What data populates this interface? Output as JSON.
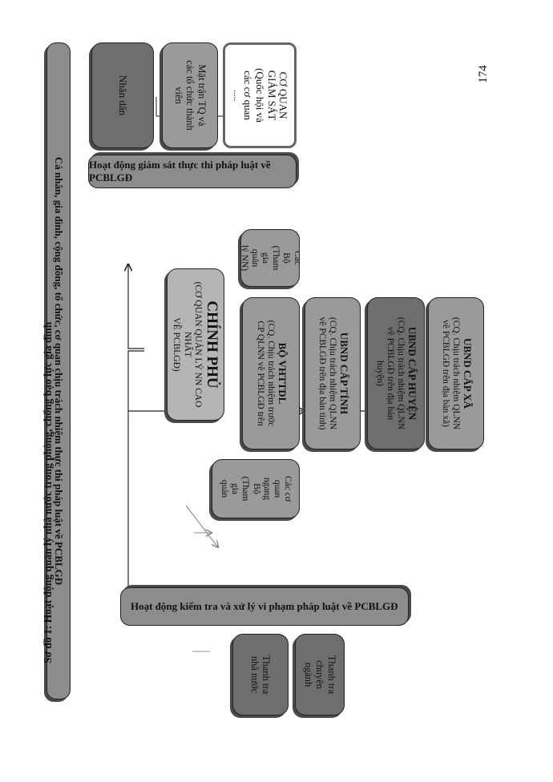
{
  "caption": "Sơ đồ 1: Hoạt động quản lý nhà nước trong phòng, chống bạo lực gia đình",
  "page_number": "174",
  "left": {
    "bar": "Hoạt động giám sát thực thi pháp luật về PCBLGĐ",
    "boxes": [
      {
        "line1": "CƠ QUAN",
        "line2": "GIÁM SÁT",
        "line3": "(Quốc hội và",
        "line4": "các cơ quan",
        "line5": "....."
      },
      {
        "line1": "Mặt trận TQ và",
        "line2": "các tổ chức thành",
        "line3": "viên"
      },
      {
        "line1": "Nhân dân"
      }
    ]
  },
  "center": {
    "gov": {
      "title": "CHÍNH PHỦ",
      "sub1": "(CƠ QUAN QUẢN LÝ NN CAO NHẤT",
      "sub2": "VỀ PCBLGĐ)"
    },
    "ministries": {
      "line1": "Các",
      "line2": "Bộ",
      "line3": "(Tham",
      "line4": "gia",
      "line5": "quản",
      "line6": "lý NN)"
    },
    "bvhttdl": {
      "line1": "BỘ VHTTDL",
      "line2": "(CQ. Chịu trách nhiệm trước",
      "line3": "CP QLNN về PCBLGĐ trên"
    },
    "agencies": {
      "line1": "Các cơ",
      "line2": "quan",
      "line3": "ngang",
      "line4": "Bộ",
      "line5": "(Tham",
      "line6": "gia",
      "line7": "quản"
    },
    "province": {
      "line1": "UBND CẤP TỈNH",
      "line2": "(CQ. Chịu trách nhiệm QLNN",
      "line3": "về PCBLGĐ trên địa bàn tỉnh)"
    },
    "district": {
      "line1": "UBND CẤP HUYỆN",
      "line2": "(CQ. Chịu trách nhiệm QLNN",
      "line3": "về PCBLGĐ trên địa bàn",
      "line4": "huyện)"
    },
    "commune": {
      "line1": "UBND CẤP XÃ",
      "line2": "(CQ. Chịu trách nhiệm QLNN",
      "line3": "về PCBLGĐ trên địa bàn xã)"
    }
  },
  "right": {
    "bar": "Hoạt động kiểm tra và xử lý vi phạm pháp luật về PCBLGĐ",
    "boxes": [
      {
        "line1": "Thanh tra",
        "line2": "chuyên",
        "line3": "ngành"
      },
      {
        "line1": "Thanh tra",
        "line2": "nhà nước"
      }
    ]
  },
  "bottom_bar": "Cá nhân, gia đình, cộng đồng, tổ chức, cơ quan chịu trách nhiệm thực thi pháp luật về PCBLGĐ"
}
